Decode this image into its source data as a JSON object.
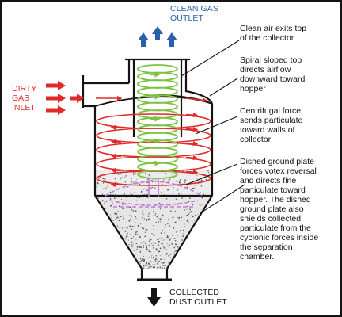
{
  "labels": {
    "clean_gas_outlet": "CLEAN GAS\nOUTLET",
    "dirty_gas_inlet": "DIRTY\nGAS\nINLET",
    "collected_dust_outlet": "COLLECTED\nDUST OUTLET"
  },
  "annotations": [
    {
      "id": "clean-air-exits",
      "text": "Clean air exits top\nof the collector"
    },
    {
      "id": "spiral-sloped-top",
      "text": "Spiral sloped top\ndirects airflow\ndownward toward\nhopper"
    },
    {
      "id": "centrifugal-force",
      "text": "Centrifugal force\nsends particulate\ntoward walls of\ncollector"
    },
    {
      "id": "dished-ground-plate",
      "text": "Dished ground plate\nforces votex reversal\nand directs fine\nparticulate toward\nhopper. The dished\nground plate also\nshields collected\nparticulate from the\ncyclonic forces inside\nthe separation\nchamber."
    }
  ],
  "colors": {
    "outline": "#141414",
    "red_flow": "#e02a2a",
    "green_flow": "#7cc242",
    "blue_flow": "#2b5fae",
    "plate": "#c27ad8",
    "dust": "#555555"
  }
}
